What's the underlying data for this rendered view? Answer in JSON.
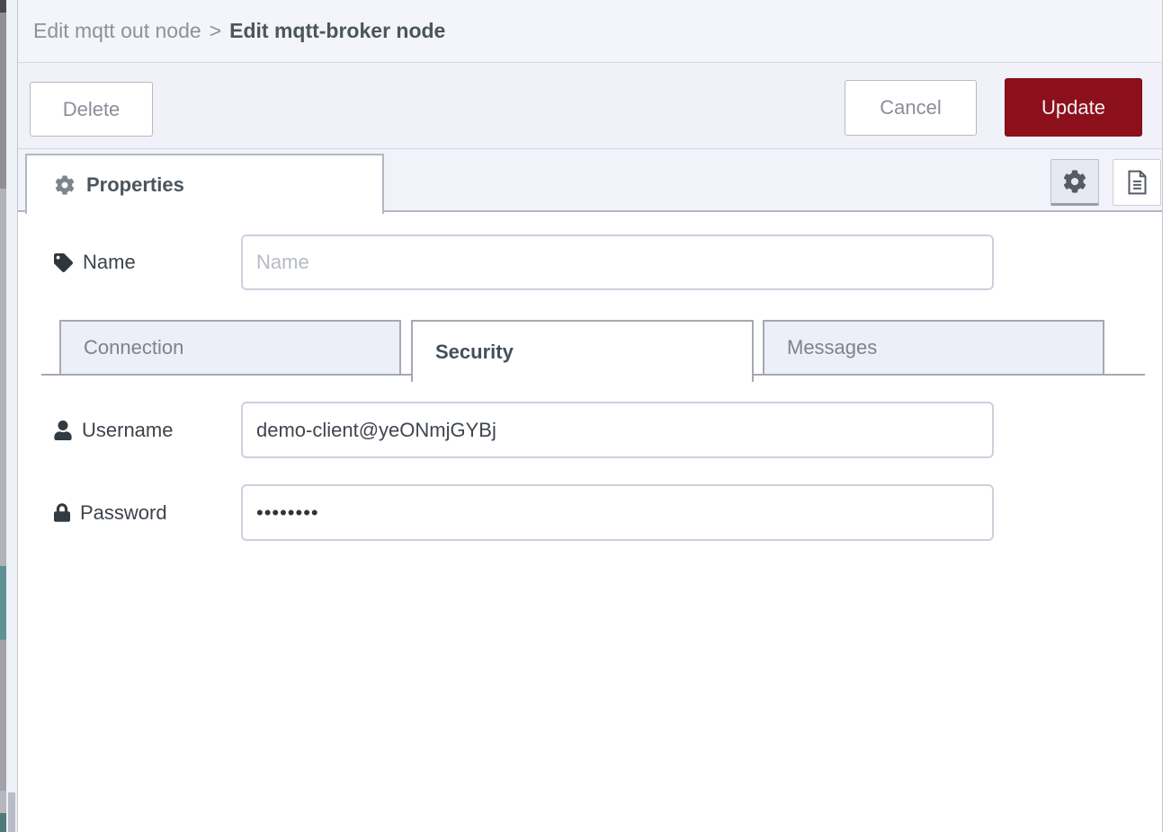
{
  "breadcrumb": {
    "parent": "Edit mqtt out node",
    "separator": ">",
    "current": "Edit mqtt-broker node"
  },
  "toolbar": {
    "delete_label": "Delete",
    "cancel_label": "Cancel",
    "update_label": "Update"
  },
  "editor_tabs": {
    "properties_label": "Properties",
    "icon_buttons": [
      "gear-icon",
      "document-icon"
    ]
  },
  "form": {
    "name": {
      "label": "Name",
      "placeholder": "Name",
      "value": "",
      "icon": "tag-icon"
    },
    "subtabs": [
      {
        "label": "Connection",
        "active": false
      },
      {
        "label": "Security",
        "active": true
      },
      {
        "label": "Messages",
        "active": false
      }
    ],
    "username": {
      "label": "Username",
      "value": "demo-client@yeONmjGYBj",
      "icon": "user-icon"
    },
    "password": {
      "label": "Password",
      "value": "••••••••",
      "masked_dot_count": 8,
      "icon": "lock-icon"
    }
  },
  "colors": {
    "update_button_bg": "#8C101C",
    "band_bg": "#f0f1f9",
    "inactive_tab_bg": "#eceef8",
    "heading_text": "#4b555e",
    "palette_teal_fragment": "#5e9292"
  }
}
